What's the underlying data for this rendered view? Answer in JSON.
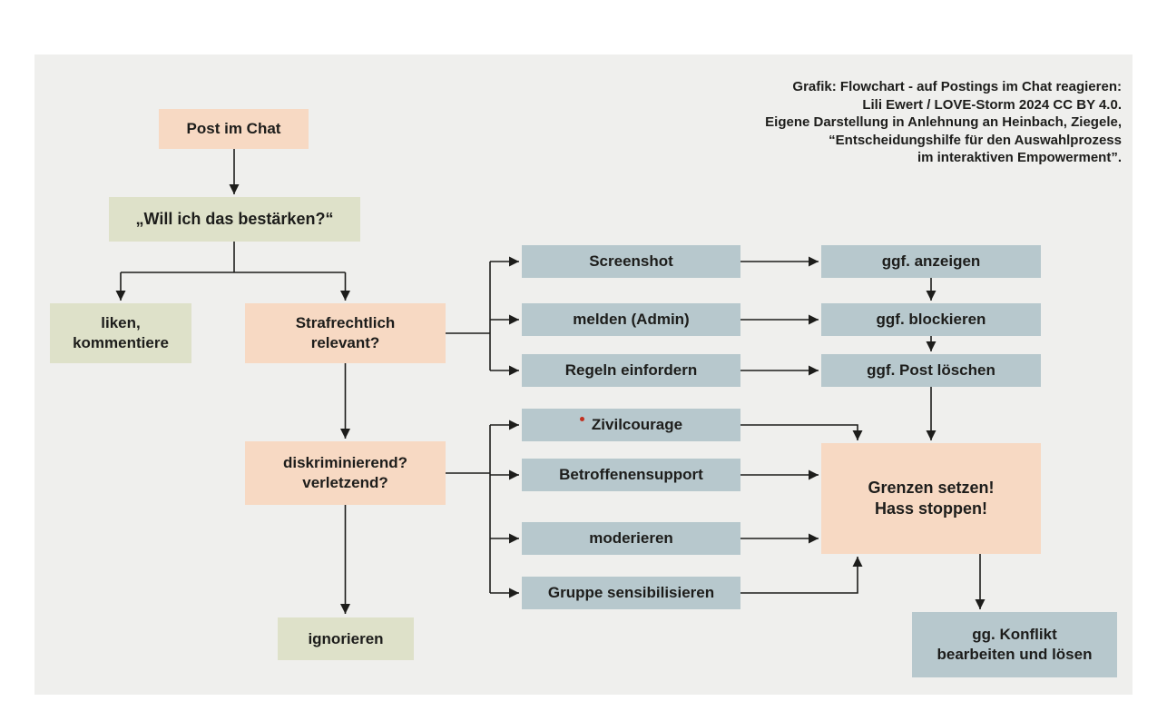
{
  "colors": {
    "peach": "#f7d9c3",
    "green": "#dee1c9",
    "blue": "#b7c8cd",
    "background": "#efefed",
    "text": "#1d1d1b",
    "marker_red": "#c2301f"
  },
  "attribution": {
    "line1": "Grafik: Flowchart - auf Postings im Chat reagieren:",
    "line2": "Lili Ewert / LOVE-Storm 2024 CC BY 4.0.",
    "line3": "Eigene Darstellung in Anlehnung an Heinbach, Ziegele,",
    "line4": "“Entscheidungshilfe für den Auswahlprozess",
    "line5": "im interaktiven Empowerment”."
  },
  "nodes": {
    "post_im_chat": {
      "label": "Post im Chat"
    },
    "will_ich": {
      "label": "„Will ich das bestärken?“"
    },
    "liken": {
      "line1": "liken,",
      "line2": "kommentiere"
    },
    "strafrechtlich": {
      "line1": "Strafrechtlich",
      "line2": "relevant?"
    },
    "diskriminierend": {
      "line1": "diskriminierend?",
      "line2": "verletzend?"
    },
    "ignorieren": {
      "label": "ignorieren"
    },
    "screenshot": {
      "label": "Screenshot"
    },
    "melden": {
      "label": "melden (Admin)"
    },
    "regeln": {
      "label": "Regeln einfordern"
    },
    "zivilcourage": {
      "label": "Zivilcourage"
    },
    "betroffenensupport": {
      "label": "Betroffenensupport"
    },
    "moderieren": {
      "label": "moderieren"
    },
    "gruppe": {
      "label": "Gruppe sensibilisieren"
    },
    "ggf_anzeigen": {
      "label": "ggf. anzeigen"
    },
    "ggf_blockieren": {
      "label": "ggf. blockieren"
    },
    "ggf_post_loeschen": {
      "label": "ggf. Post löschen"
    },
    "grenzen": {
      "line1": "Grenzen setzen!",
      "line2": "Hass stoppen!"
    },
    "konflikt": {
      "line1": "gg. Konflikt",
      "line2": "bearbeiten und lösen"
    }
  }
}
